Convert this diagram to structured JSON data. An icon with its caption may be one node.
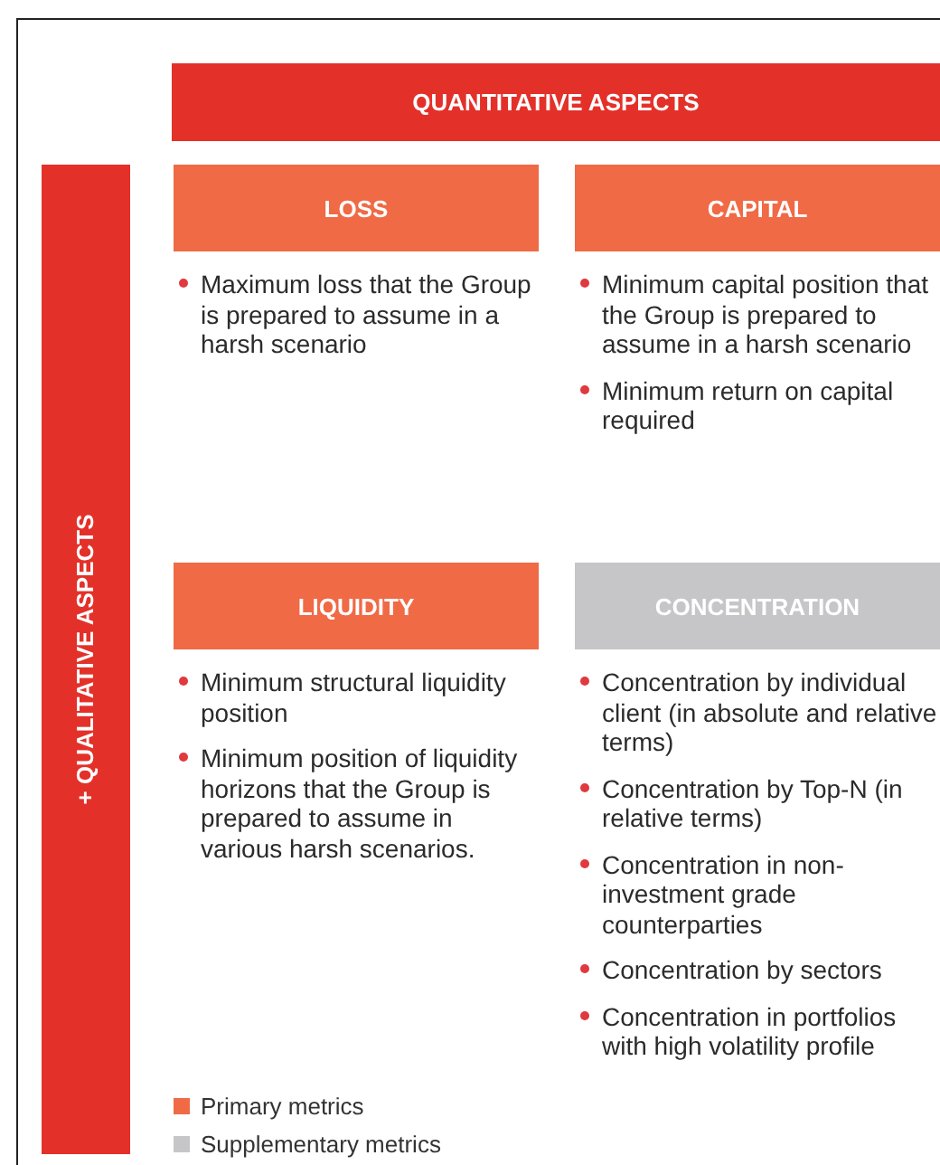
{
  "diagram": {
    "nodes": [
      {
        "text": [
          "QUANTITATIVE ASPECTS"
        ]
      },
      {
        "text": [
          "+ QUALITATIVE ASPECTS"
        ]
      },
      {
        "text": [
          "LOSS"
        ],
        "beside": [
          "Maximum loss that the Group is prepared to assume in a harsh scenario"
        ]
      },
      {
        "text": [
          "CAPITAL"
        ],
        "beside": [
          "Minimum capital position that the Group is prepared to assume in a harsh scenario",
          "Minimum return on capital required"
        ]
      },
      {
        "text": [
          "LIQUIDITY"
        ],
        "beside": [
          "Minimum structural liquidity position",
          "Minimum position of liquidity horizons that the Group is prepared to assume in various harsh scenarios."
        ]
      },
      {
        "text": [
          "CONCENTRATION"
        ],
        "beside": [
          "Concentration by individual client (in absolute and relative terms)",
          "Concentration by Top-N (in relative terms)",
          "Concentration in non-investment grade counterparties",
          "Concentration by sectors",
          "Concentration in portfolios with high volatility profile"
        ]
      }
    ],
    "legend": [
      {
        "text": "Primary metrics",
        "color": "#ef6a45"
      },
      {
        "text": "Supplementary metrics",
        "color": "#c6c6c8"
      }
    ]
  }
}
